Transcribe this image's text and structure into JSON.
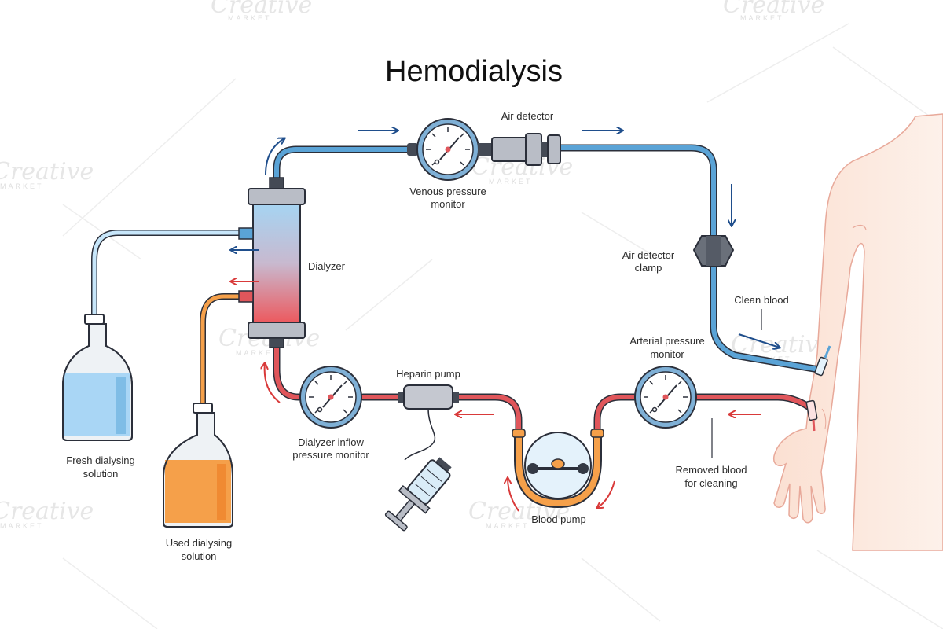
{
  "title": "Hemodialysis",
  "labels": {
    "air_detector": "Air detector",
    "venous_pressure_monitor": [
      "Venous pressure",
      "monitor"
    ],
    "dialyzer": "Dialyzer",
    "air_detector_clamp": [
      "Air detector",
      "clamp"
    ],
    "clean_blood": "Clean blood",
    "arterial_pressure_monitor": [
      "Arterial pressure",
      "monitor"
    ],
    "heparin_pump": "Heparin pump",
    "dialyzer_inflow_pressure_monitor": [
      "Dialyzer inflow",
      "pressure monitor"
    ],
    "removed_blood": [
      "Removed blood",
      "for cleaning"
    ],
    "blood_pump": "Blood pump",
    "fresh_dialysing_solution": [
      "Fresh dialysing",
      "solution"
    ],
    "used_dialysing_solution": [
      "Used dialysing",
      "solution"
    ]
  },
  "watermark": {
    "word": "Creative",
    "sub": "MARKET"
  },
  "colors": {
    "venous_line": "#5aa3d6",
    "arterial_line": "#e0565b",
    "dialysate_fresh": "#a9d6f5",
    "dialysate_used": "#f5a04a",
    "arrow_blue": "#1f4e8c",
    "arrow_red": "#d93a3a",
    "skin": "#fbe3d6",
    "outline": "#2b2f3a"
  }
}
